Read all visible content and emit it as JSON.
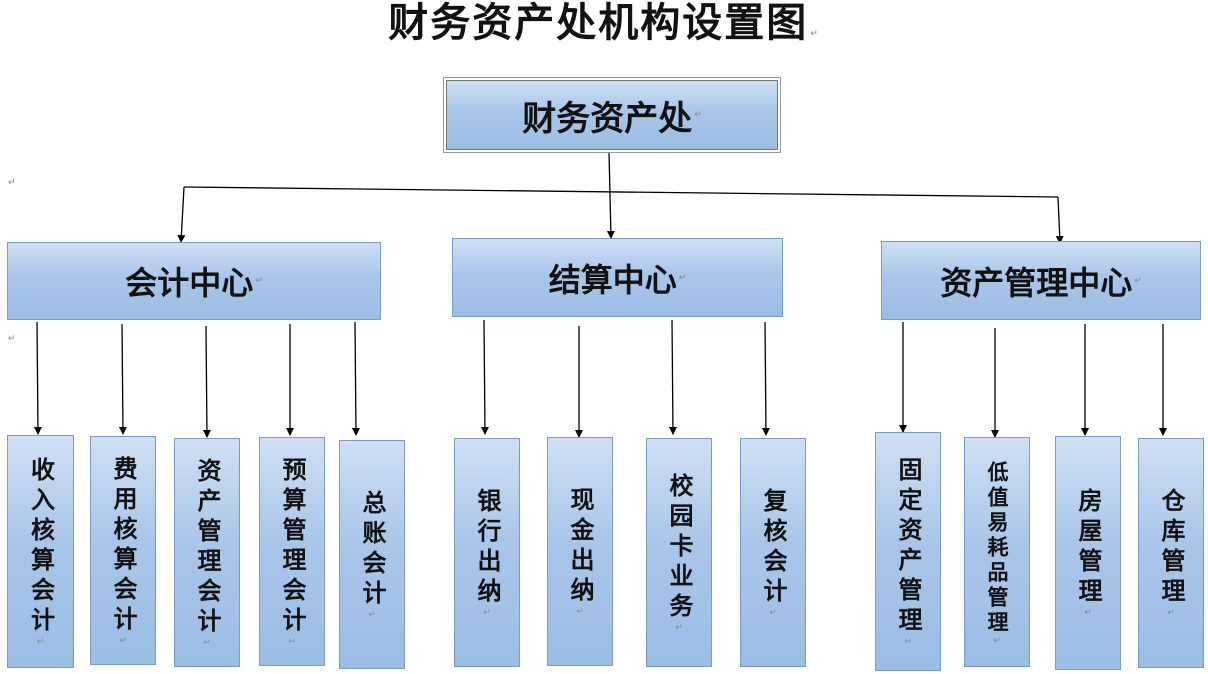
{
  "title": "财务资产处机构设置图",
  "para_mark": "↵",
  "root": {
    "label": "财务资产处"
  },
  "centers": [
    {
      "label": "会计中心",
      "children": [
        "收入核算会计",
        "费用核算会计",
        "资产管理会计",
        "预算管理会计",
        "总账会计"
      ]
    },
    {
      "label": "结算中心",
      "children": [
        "银行出纳",
        "现金出纳",
        "校园卡业务",
        "复核会计"
      ]
    },
    {
      "label": "资产管理中心",
      "children": [
        "固定资产管理",
        "低值易耗品管理",
        "房屋管理",
        "仓库管理"
      ]
    }
  ]
}
